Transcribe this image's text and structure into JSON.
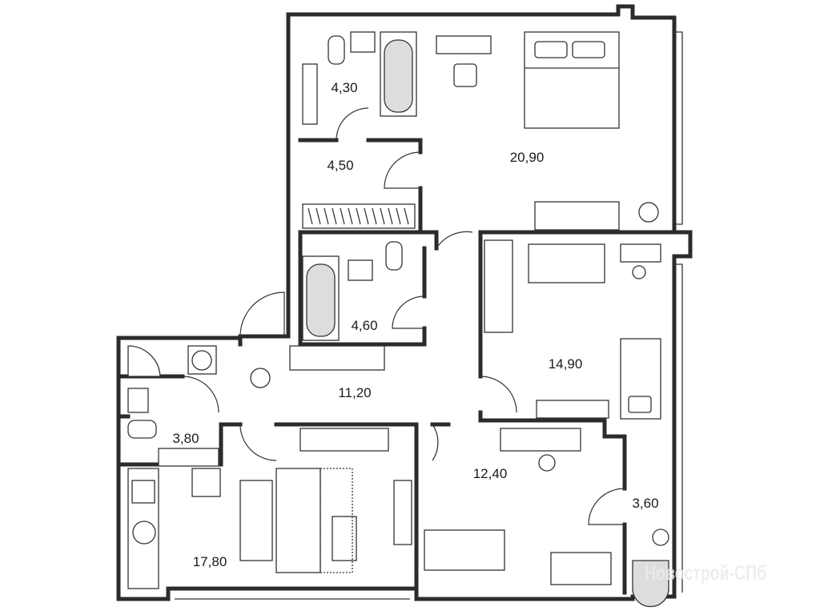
{
  "rooms": [
    {
      "id": "bathroom-1",
      "area": "4,30"
    },
    {
      "id": "hall-1",
      "area": "4,50"
    },
    {
      "id": "bedroom-master",
      "area": "20,90"
    },
    {
      "id": "bathroom-2",
      "area": "4,60"
    },
    {
      "id": "bedroom-2",
      "area": "14,90"
    },
    {
      "id": "hall-main",
      "area": "11,20"
    },
    {
      "id": "bathroom-3",
      "area": "3,80"
    },
    {
      "id": "bedroom-3",
      "area": "12,40"
    },
    {
      "id": "wardrobe",
      "area": "3,60"
    },
    {
      "id": "kitchen-living",
      "area": "17,80"
    }
  ],
  "watermark": "Новострой-СПб",
  "colors": {
    "wall": "#2b2b2b",
    "fixture": "#dddddd"
  }
}
